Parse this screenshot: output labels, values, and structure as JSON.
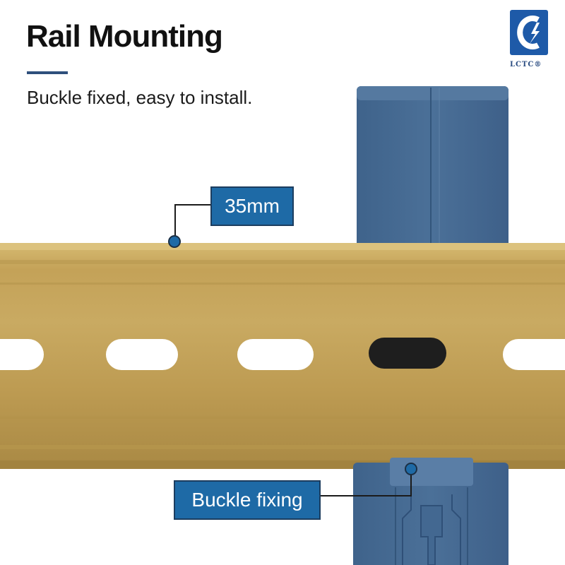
{
  "header": {
    "title": "Rail Mounting",
    "subtitle": "Buckle fixed, easy to install."
  },
  "logo": {
    "text": "LCTC®"
  },
  "callouts": {
    "width_label": "35mm",
    "buckle_label": "Buckle fixing"
  },
  "colors": {
    "accent_blue": "#1e6aa6",
    "rail_brass": "#c6a65a",
    "module_blue": "#4a6e95",
    "title_underline": "#2f4f7c"
  }
}
